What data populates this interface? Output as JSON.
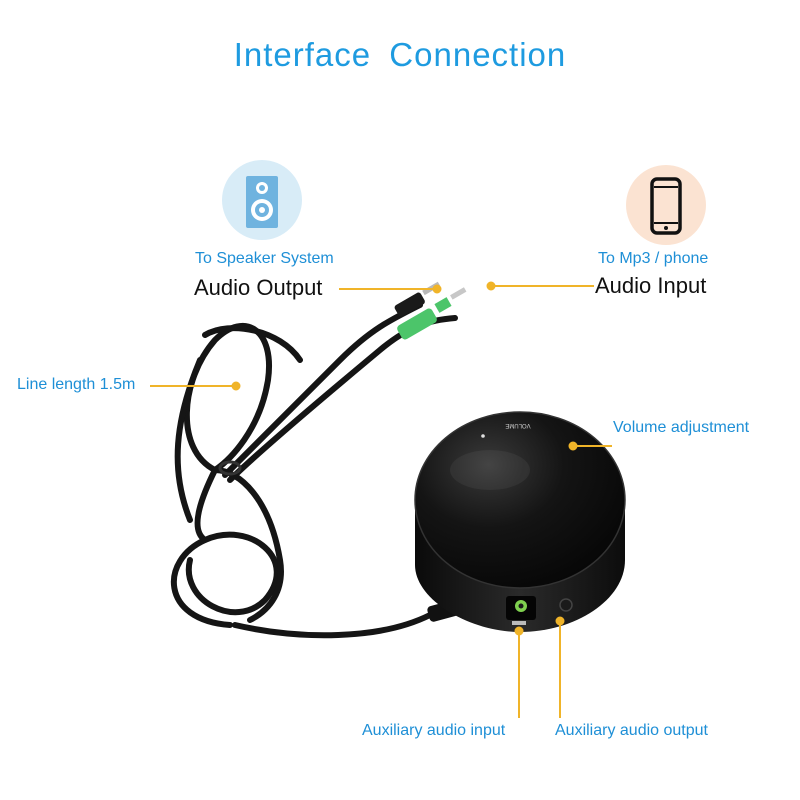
{
  "title": "Interface  Connection",
  "output": {
    "icon": "speaker-icon",
    "sub_label": "To Speaker System",
    "main_label": "Audio Output"
  },
  "input": {
    "icon": "phone-icon",
    "sub_label": "To Mp3 / phone",
    "main_label": "Audio Input"
  },
  "line_length": "Line length 1.5m",
  "volume": "Volume adjustment",
  "aux_in": "Auxiliary audio input",
  "aux_out": "Auxiliary audio output",
  "device_text": "VOLUME",
  "colors": {
    "title": "#1e9be0",
    "label_blue": "#1e8fd6",
    "leader": "#f0b429",
    "speaker_bg": "#d8ecf7",
    "phone_bg": "#fbe3d2",
    "jack_green": "#4cc56a"
  }
}
